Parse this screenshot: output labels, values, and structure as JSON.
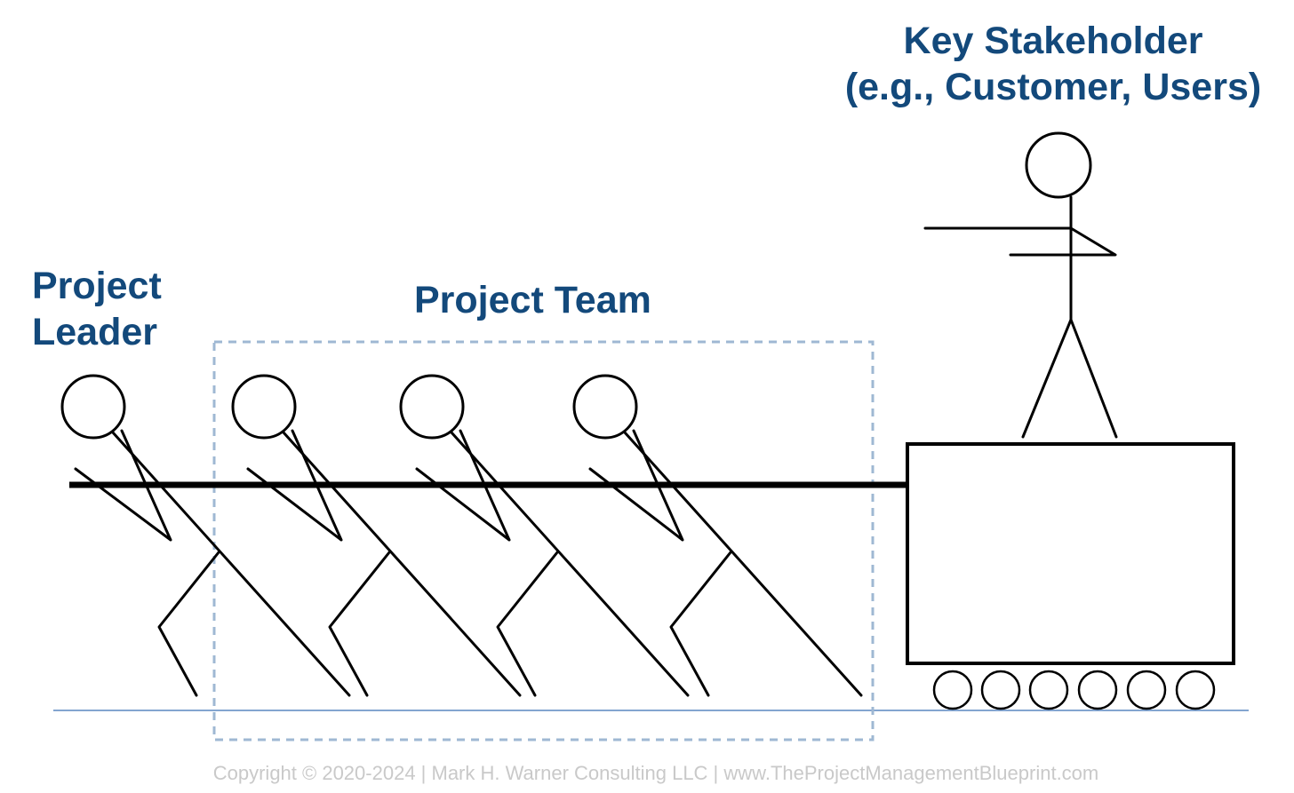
{
  "labels": {
    "project_leader": [
      "Project",
      "Leader"
    ],
    "project_team": "Project Team",
    "key_stakeholder": [
      "Key Stakeholder",
      "(e.g., Customer, Users)"
    ]
  },
  "footer": {
    "copyright": "Copyright © 2020-2024 | Mark H. Warner Consulting LLC | www.TheProjectManagementBlueprint.com"
  },
  "colors": {
    "label": "#13497b",
    "ink": "#000000",
    "team_box": "#9fb8d3",
    "ground": "#5a87c0",
    "copyright": "#c9c9c9"
  }
}
